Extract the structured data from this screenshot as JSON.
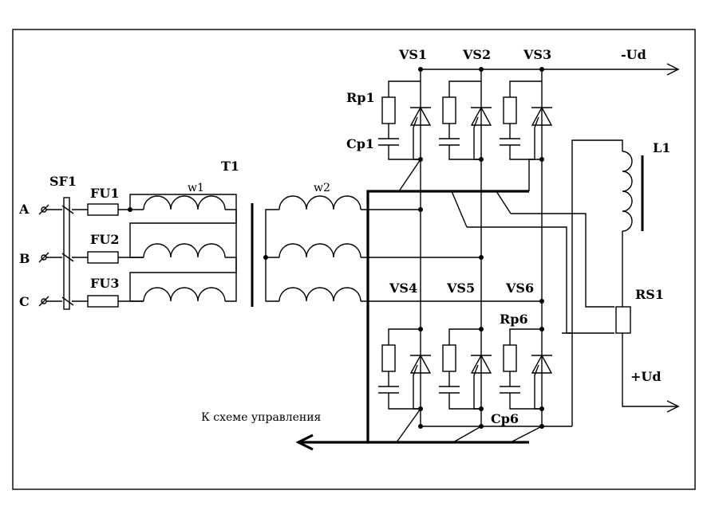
{
  "diagram": {
    "inputs": [
      "A",
      "B",
      "C"
    ],
    "breaker": "SF1",
    "fuses": [
      "FU1",
      "FU2",
      "FU3"
    ],
    "transformer": {
      "label": "T1",
      "primary": "w1",
      "secondary": "w2"
    },
    "thyristors_top": [
      "VS1",
      "VS2",
      "VS3"
    ],
    "thyristors_bottom": [
      "VS4",
      "VS5",
      "VS6"
    ],
    "rc_top_resistor": "Rp1",
    "rc_top_capacitor": "Cp1",
    "rc_bottom_resistor": "Rp6",
    "rc_bottom_capacitor": "Cp6",
    "inductor": "L1",
    "shunt": "RS1",
    "output_negative": "-Ud",
    "output_positive": "+Ud",
    "control_label": "К схеме управления"
  },
  "colors": {
    "line": "#000000",
    "background": "#ffffff"
  }
}
